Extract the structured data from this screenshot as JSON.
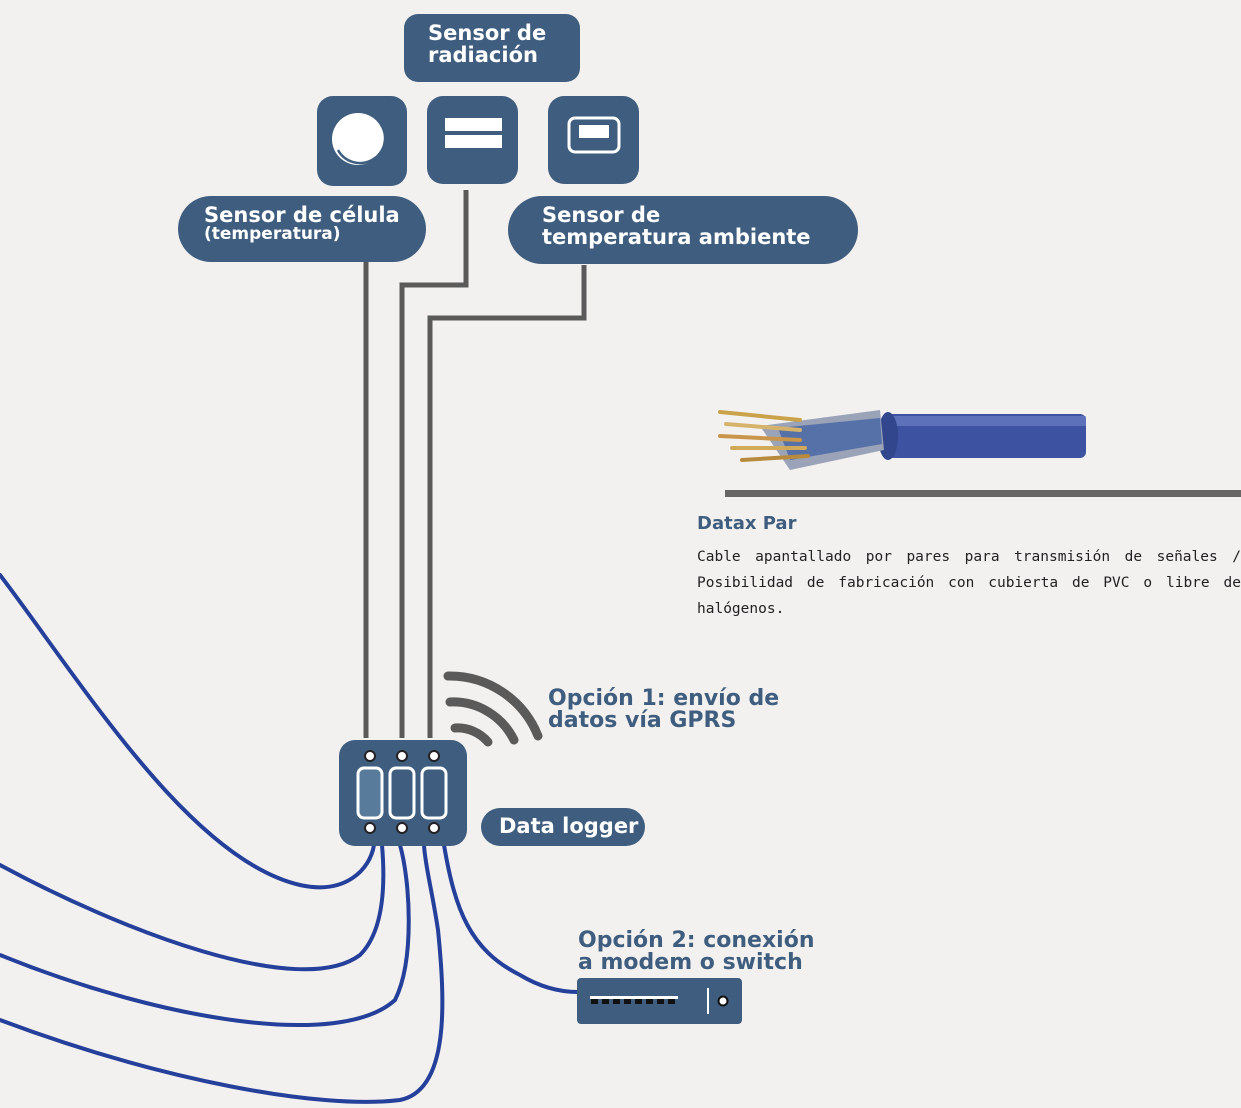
{
  "sensors": {
    "radiation": {
      "line1": "Sensor de",
      "line2": "radiación"
    },
    "cell": {
      "line1": "Sensor de célula",
      "line2": "(temperatura)"
    },
    "ambient": {
      "line1": "Sensor de",
      "line2": "temperatura ambiente"
    }
  },
  "cable": {
    "title": "Datax Par",
    "description": "Cable apantallado por pares para transmisión de señales / Posibilidad de fabricación con cubierta de PVC o libre de halógenos."
  },
  "option1": {
    "line1": "Opción 1: envío de",
    "line2": "datos vía GPRS"
  },
  "option2": {
    "line1": "Opción 2: conexión",
    "line2": "a modem o switch"
  },
  "datalogger": {
    "label": "Data logger"
  },
  "icons": {
    "cell_sensor": "circle-sensor-icon",
    "radiation_sensor": "panel-sensor-icon",
    "ambient_sensor": "screen-sensor-icon",
    "wireless": "wifi-signal-icon",
    "switch": "network-switch-icon"
  },
  "colors": {
    "box": "#3f5e7f",
    "wire_gray": "#555555",
    "cable_blue": "#25409a",
    "background": "#f3f1f0"
  }
}
